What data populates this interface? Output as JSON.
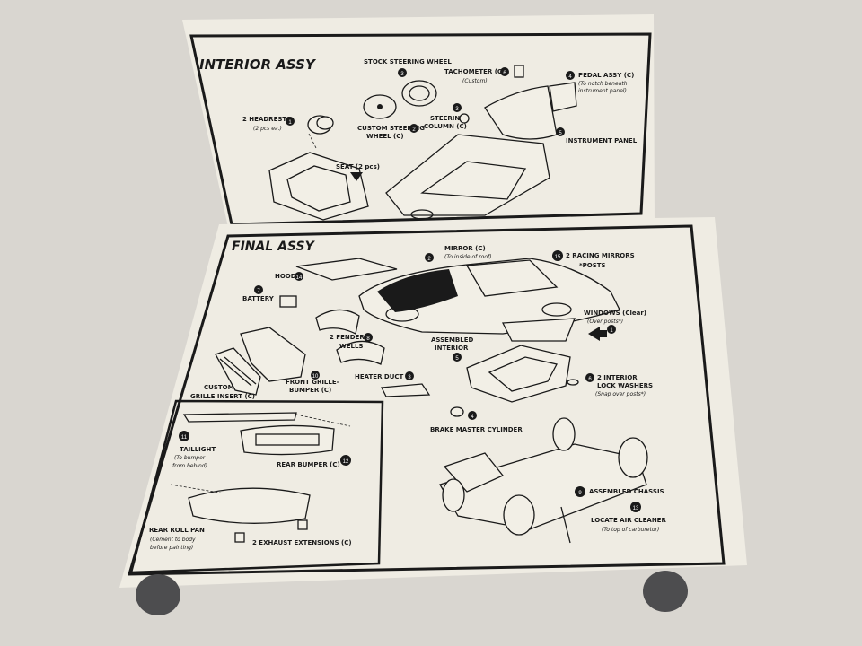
{
  "colors": {
    "background": "#d9d6d0",
    "paper": "#efece3",
    "ink": "#1a1a1a",
    "magnet": "#4d4d4f"
  },
  "interior": {
    "title": "INTERIOR ASSY",
    "stock_wheel": "STOCK STEERING WHEEL",
    "tach": "TACHOMETER (C)",
    "tach_sub": "(Custom)",
    "pedal": "PEDAL ASSY (C)",
    "pedal_sub1": "(To notch beneath",
    "pedal_sub2": "instrument panel)",
    "headrests": "2 HEADRESTS",
    "headrests_sub": "(2 pcs ea.)",
    "custom_wheel1": "CUSTOM STEERING",
    "custom_wheel2": "WHEEL (C)",
    "column1": "STEERING",
    "column2": "COLUMN (C)",
    "panel": "INSTRUMENT PANEL",
    "seat": "SEAT (2 pcs)"
  },
  "final": {
    "title": "FINAL ASSY",
    "mirror": "MIRROR (C)",
    "mirror_sub": "(To inside of roof)",
    "racing": "2 RACING MIRRORS",
    "posts": "*POSTS",
    "hood": "HOOD",
    "battery": "BATTERY",
    "windows": "WINDOWS (Clear)",
    "windows_sub": "(Over posts*)",
    "wells1": "2 FENDER",
    "wells2": "WELLS",
    "assembled1": "ASSEMBLED",
    "assembled2": "INTERIOR",
    "grille1": "CUSTOM",
    "grille2": "GRILLE INSERT (C)",
    "bumper1": "FRONT GRILLE-",
    "bumper2": "BUMPER (C)",
    "heater": "HEATER DUCT",
    "washers1": "2 INTERIOR",
    "washers2": "LOCK WASHERS",
    "washers_sub": "(Snap over posts*)",
    "brake": "BRAKE MASTER CYLINDER",
    "taillight": "TAILLIGHT",
    "taillight_sub1": "(To bumper",
    "taillight_sub2": "from behind)",
    "rear_bumper": "REAR BUMPER (C)",
    "chassis": "ASSEMBLED CHASSIS",
    "aircleaner": "LOCATE AIR CLEANER",
    "aircleaner_sub": "(To top of carburetor)",
    "rollpan": "REAR ROLL PAN",
    "rollpan_sub1": "(Cement to body",
    "rollpan_sub2": "before painting)",
    "exhaust": "2 EXHAUST EXTENSIONS (C)"
  },
  "steps": {
    "s1": "1",
    "s2": "2",
    "s3": "3",
    "s4": "4",
    "s5": "5",
    "s6": "6",
    "s7": "7",
    "s8": "8",
    "s9": "9",
    "s10": "10",
    "s11": "11",
    "s12": "12",
    "s13": "13",
    "s14": "14",
    "s15": "15"
  }
}
